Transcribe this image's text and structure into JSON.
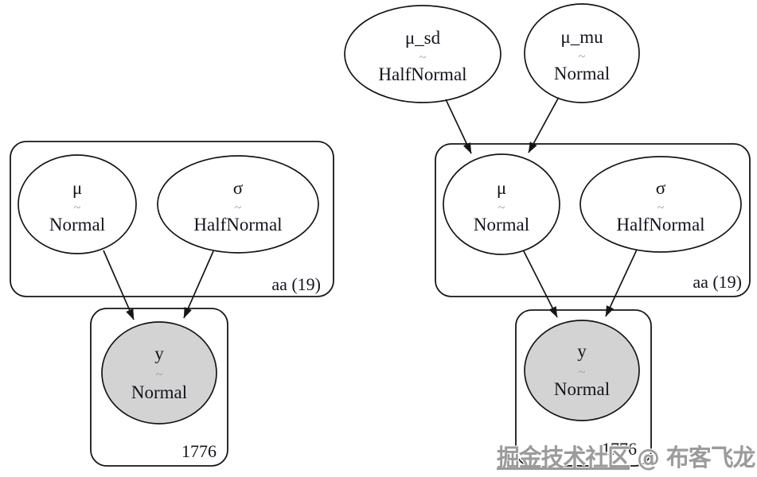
{
  "diagram": {
    "left_model": {
      "plate_group": {
        "label": "aa (19)"
      },
      "plate_obs": {
        "label": "1776"
      },
      "nodes": {
        "mu": {
          "name": "μ",
          "tilde": "~",
          "dist": "Normal"
        },
        "sigma": {
          "name": "σ",
          "tilde": "~",
          "dist": "HalfNormal"
        },
        "y": {
          "name": "y",
          "tilde": "~",
          "dist": "Normal"
        }
      }
    },
    "right_model": {
      "hyper_nodes": {
        "mu_sd": {
          "name": "μ_sd",
          "tilde": "~",
          "dist": "HalfNormal"
        },
        "mu_mu": {
          "name": "μ_mu",
          "tilde": "~",
          "dist": "Normal"
        }
      },
      "plate_group": {
        "label": "aa (19)"
      },
      "plate_obs": {
        "label": "1776"
      },
      "nodes": {
        "mu": {
          "name": "μ",
          "tilde": "~",
          "dist": "Normal"
        },
        "sigma": {
          "name": "σ",
          "tilde": "~",
          "dist": "HalfNormal"
        },
        "y": {
          "name": "y",
          "tilde": "~",
          "dist": "Normal"
        }
      }
    },
    "colors": {
      "observed_fill": "#d3d3d3",
      "stroke": "#151515",
      "tilde_gray": "#9a9a9a"
    }
  },
  "watermark": {
    "underlined_text": "掘金技术社区",
    "rest_text": " @ 布客飞龙",
    "color": "#9b9b9b"
  }
}
